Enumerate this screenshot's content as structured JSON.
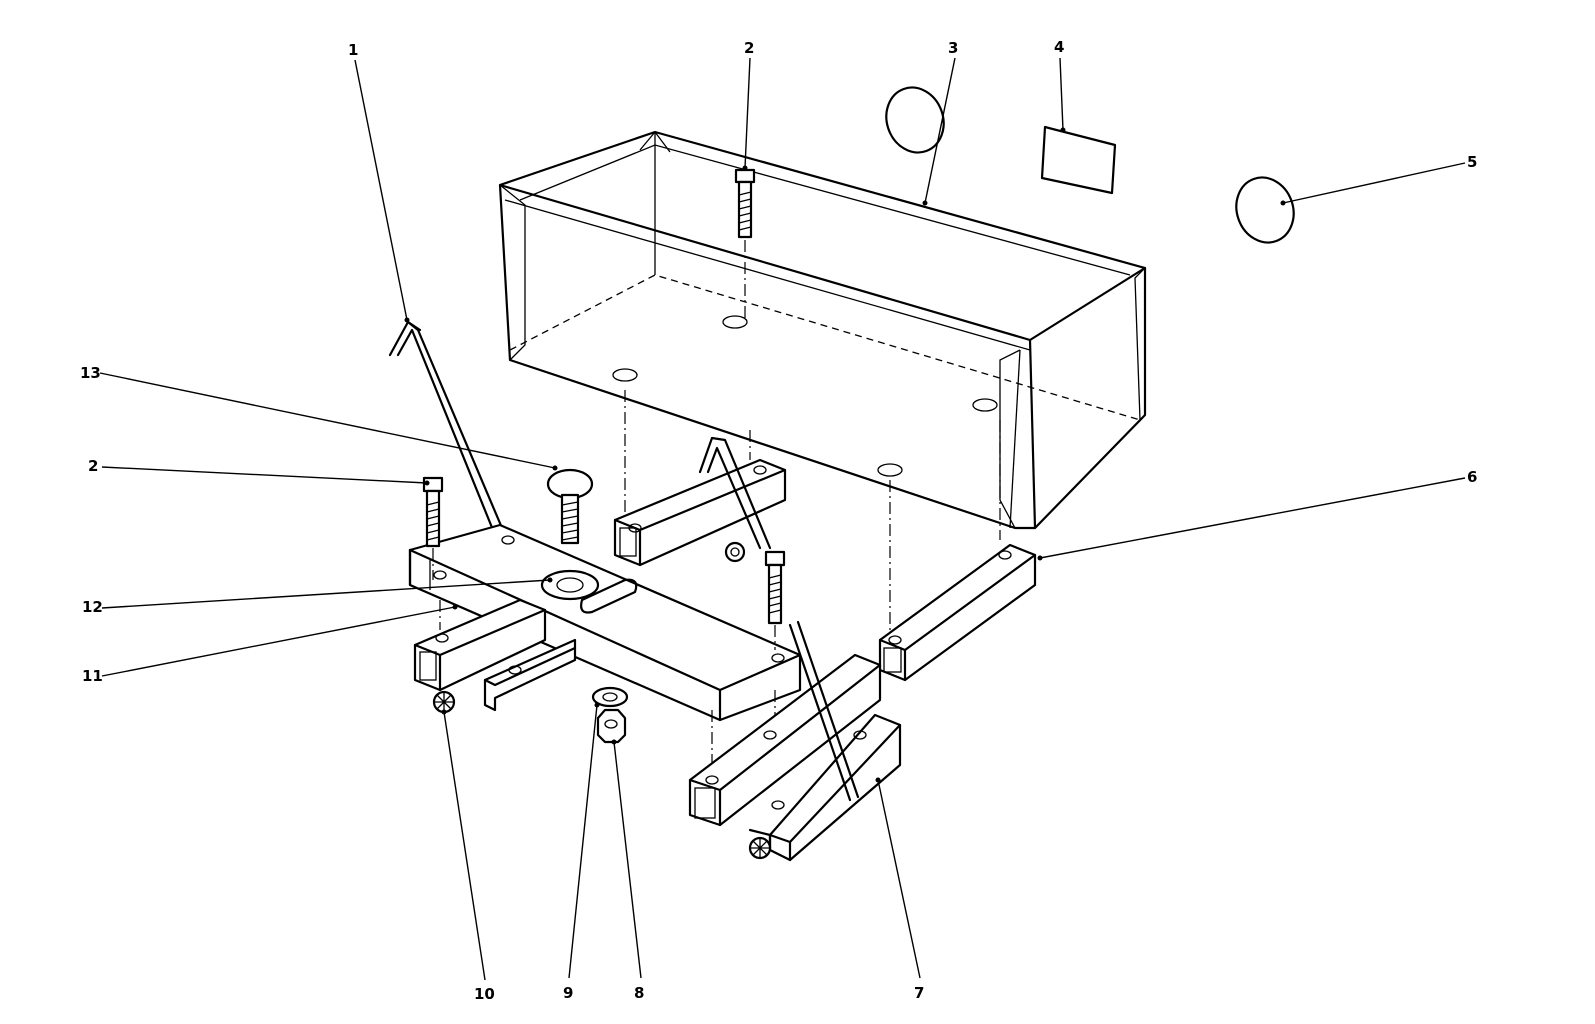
{
  "callouts": {
    "c1": "1",
    "c2_top": "2",
    "c3": "3",
    "c4": "4",
    "c5": "5",
    "c6": "6",
    "c7": "7",
    "c8": "8",
    "c9": "9",
    "c10": "10",
    "c11": "11",
    "c12": "12",
    "c13": "13",
    "c2_left": "2"
  },
  "colors": {
    "line": "#000000",
    "background": "#ffffff"
  }
}
